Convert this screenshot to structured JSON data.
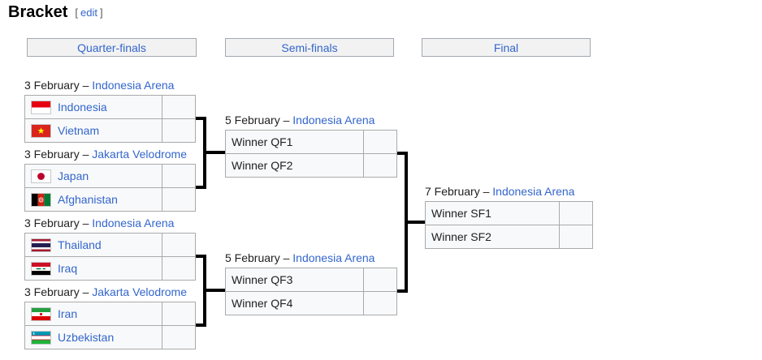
{
  "page": {
    "title": "Bracket",
    "bracket_open": "[",
    "edit_label": "edit",
    "bracket_close": "]"
  },
  "colors": {
    "link_blue": "#3366cc",
    "cell_background": "#f8f9fa",
    "header_background": "#f2f2f2",
    "cell_border": "#aaaaaa",
    "connector": "#000000"
  },
  "rounds": [
    {
      "label": "Quarter-finals"
    },
    {
      "label": "Semi-finals"
    },
    {
      "label": "Final"
    }
  ],
  "matches": [
    {
      "id": "QF1",
      "date_prefix": "3 February – ",
      "venue": "Indonesia Arena",
      "teams": [
        {
          "name": "Indonesia",
          "flag_icon": "flag-indonesia",
          "score": ""
        },
        {
          "name": "Vietnam",
          "flag_icon": "flag-vietnam",
          "score": ""
        }
      ]
    },
    {
      "id": "QF2",
      "date_prefix": "3 February – ",
      "venue": "Jakarta Velodrome",
      "teams": [
        {
          "name": "Japan",
          "flag_icon": "flag-japan",
          "score": ""
        },
        {
          "name": "Afghanistan",
          "flag_icon": "flag-afghanistan",
          "score": ""
        }
      ]
    },
    {
      "id": "QF3",
      "date_prefix": "3 February – ",
      "venue": "Indonesia Arena",
      "teams": [
        {
          "name": "Thailand",
          "flag_icon": "flag-thailand",
          "score": ""
        },
        {
          "name": "Iraq",
          "flag_icon": "flag-iraq",
          "score": ""
        }
      ]
    },
    {
      "id": "QF4",
      "date_prefix": "3 February – ",
      "venue": "Jakarta Velodrome",
      "teams": [
        {
          "name": "Iran",
          "flag_icon": "flag-iran",
          "score": ""
        },
        {
          "name": "Uzbekistan",
          "flag_icon": "flag-uzbekistan",
          "score": ""
        }
      ]
    },
    {
      "id": "SF1",
      "date_prefix": "5 February – ",
      "venue": "Indonesia Arena",
      "teams": [
        {
          "name": "Winner QF1",
          "score": ""
        },
        {
          "name": "Winner QF2",
          "score": ""
        }
      ]
    },
    {
      "id": "SF2",
      "date_prefix": "5 February – ",
      "venue": "Indonesia Arena",
      "teams": [
        {
          "name": "Winner QF3",
          "score": ""
        },
        {
          "name": "Winner QF4",
          "score": ""
        }
      ]
    },
    {
      "id": "F",
      "date_prefix": "7 February – ",
      "venue": "Indonesia Arena",
      "teams": [
        {
          "name": "Winner SF1",
          "score": ""
        },
        {
          "name": "Winner SF2",
          "score": ""
        }
      ]
    }
  ]
}
